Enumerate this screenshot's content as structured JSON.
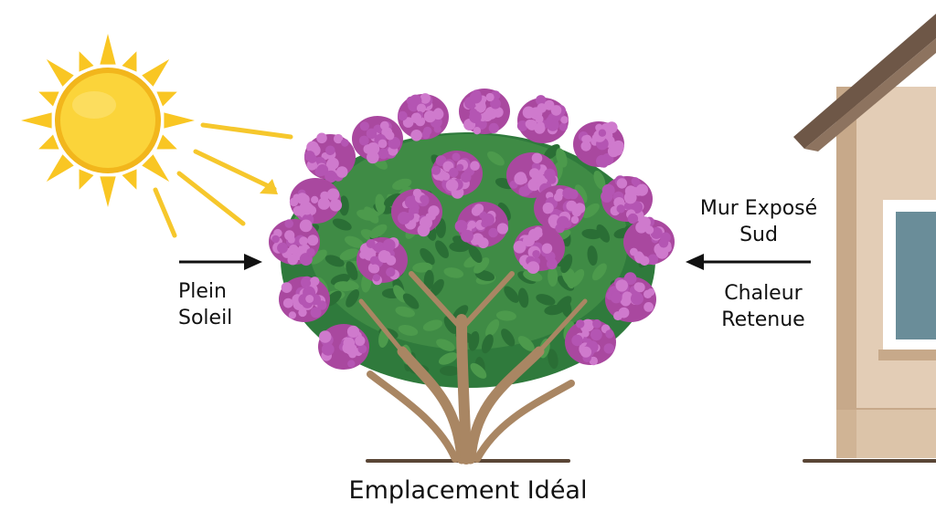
{
  "labels": {
    "sun_line1": "Plein",
    "sun_line2": "Soleil",
    "wall_line1": "Mur Exposé",
    "wall_line2": "Sud",
    "heat_line1": "Chaleur",
    "heat_line2": "Retenue",
    "title": "Emplacement Idéal"
  },
  "colors": {
    "sun": "#f9c623",
    "sun_core": "#fbd43a",
    "ray": "#f6c72c",
    "flower": "#b455b3",
    "flower_light": "#cf7acd",
    "leaf": "#2f7a3c",
    "leaf_light": "#4c9a4c",
    "trunk": "#a98663",
    "ground": "#5a4636",
    "wall": "#e3cdb6",
    "wall_side": "#c7a98a",
    "roof": "#6e5747",
    "window_frame": "#ffffff",
    "window_glass": "#6a8d99",
    "arrow": "#111111"
  },
  "icons": {
    "sun": "sun-icon",
    "left_arrow": "arrow-right-icon",
    "right_arrow": "arrow-left-icon"
  }
}
